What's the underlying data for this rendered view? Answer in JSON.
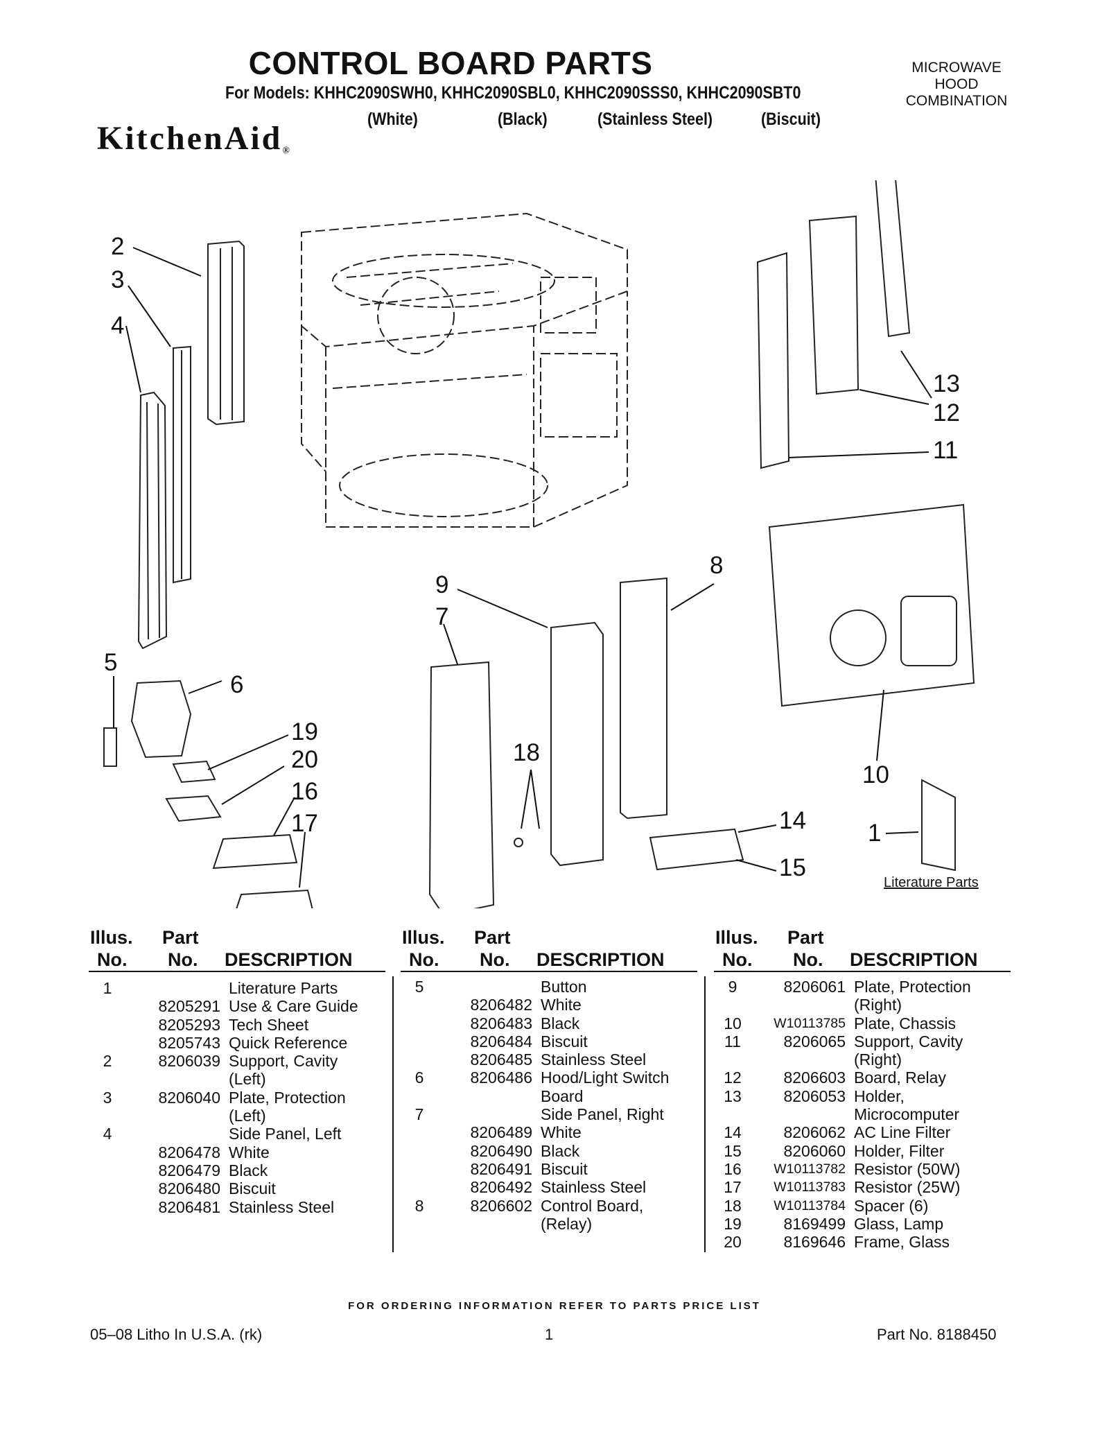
{
  "header": {
    "title": "CONTROL BOARD PARTS",
    "models": "For Models: KHHC2090SWH0, KHHC2090SBL0, KHHC2090SSS0, KHHC2090SBT0",
    "colors": [
      "(White)",
      "(Black)",
      "(Stainless Steel)",
      "(Biscuit)"
    ],
    "category": [
      "MICROWAVE",
      "HOOD",
      "COMBINATION"
    ],
    "brand": "KitchenAid",
    "brand_mark": "®"
  },
  "diagram": {
    "callouts": [
      "2",
      "3",
      "4",
      "5",
      "6",
      "19",
      "20",
      "16",
      "17",
      "9",
      "7",
      "18",
      "8",
      "13",
      "12",
      "11",
      "10",
      "14",
      "15",
      "1"
    ],
    "literature_caption": "Literature Parts"
  },
  "table": {
    "headers": {
      "illus_line1": "Illus.",
      "illus_line2": "No.",
      "part_line1": "Part",
      "part_line2": "No.",
      "description": "DESCRIPTION"
    },
    "columns": [
      [
        {
          "no": "1",
          "part": "",
          "desc": "Literature Parts"
        },
        {
          "no": "",
          "part": "8205291",
          "desc": "Use & Care Guide"
        },
        {
          "no": "",
          "part": "8205293",
          "desc": "Tech Sheet"
        },
        {
          "no": "",
          "part": "8205743",
          "desc": "Quick Reference"
        },
        {
          "no": "2",
          "part": "8206039",
          "desc": "Support, Cavity"
        },
        {
          "no": "",
          "part": "",
          "desc": "(Left)"
        },
        {
          "no": "3",
          "part": "8206040",
          "desc": "Plate, Protection"
        },
        {
          "no": "",
          "part": "",
          "desc": "(Left)"
        },
        {
          "no": "4",
          "part": "",
          "desc": "Side Panel, Left"
        },
        {
          "no": "",
          "part": "8206478",
          "desc": "White"
        },
        {
          "no": "",
          "part": "8206479",
          "desc": "Black"
        },
        {
          "no": "",
          "part": "8206480",
          "desc": "Biscuit"
        },
        {
          "no": "",
          "part": "8206481",
          "desc": "Stainless Steel"
        }
      ],
      [
        {
          "no": "5",
          "part": "",
          "desc": "Button"
        },
        {
          "no": "",
          "part": "8206482",
          "desc": "White"
        },
        {
          "no": "",
          "part": "8206483",
          "desc": "Black"
        },
        {
          "no": "",
          "part": "8206484",
          "desc": "Biscuit"
        },
        {
          "no": "",
          "part": "8206485",
          "desc": "Stainless Steel"
        },
        {
          "no": "6",
          "part": "8206486",
          "desc": "Hood/Light Switch"
        },
        {
          "no": "",
          "part": "",
          "desc": "Board"
        },
        {
          "no": "7",
          "part": "",
          "desc": "Side Panel, Right"
        },
        {
          "no": "",
          "part": "8206489",
          "desc": "White"
        },
        {
          "no": "",
          "part": "8206490",
          "desc": "Black"
        },
        {
          "no": "",
          "part": "8206491",
          "desc": "Biscuit"
        },
        {
          "no": "",
          "part": "8206492",
          "desc": "Stainless Steel"
        },
        {
          "no": "8",
          "part": "8206602",
          "desc": "Control Board,"
        },
        {
          "no": "",
          "part": "",
          "desc": "(Relay)"
        }
      ],
      [
        {
          "no": "9",
          "part": "8206061",
          "desc": "Plate, Protection"
        },
        {
          "no": "",
          "part": "",
          "desc": "(Right)"
        },
        {
          "no": "10",
          "part": "W10113785",
          "desc": "Plate, Chassis"
        },
        {
          "no": "11",
          "part": "8206065",
          "desc": "Support, Cavity"
        },
        {
          "no": "",
          "part": "",
          "desc": "(Right)"
        },
        {
          "no": "12",
          "part": "8206603",
          "desc": "Board, Relay"
        },
        {
          "no": "13",
          "part": "8206053",
          "desc": "Holder,"
        },
        {
          "no": "",
          "part": "",
          "desc": "Microcomputer"
        },
        {
          "no": "14",
          "part": "8206062",
          "desc": "AC Line Filter"
        },
        {
          "no": "15",
          "part": "8206060",
          "desc": "Holder, Filter"
        },
        {
          "no": "16",
          "part": "W10113782",
          "desc": "Resistor (50W)"
        },
        {
          "no": "17",
          "part": "W10113783",
          "desc": "Resistor (25W)"
        },
        {
          "no": "18",
          "part": "W10113784",
          "desc": "Spacer (6)"
        },
        {
          "no": "19",
          "part": "8169499",
          "desc": "Glass, Lamp"
        },
        {
          "no": "20",
          "part": "8169646",
          "desc": "Frame, Glass"
        }
      ]
    ]
  },
  "footer": {
    "ordering": "FOR ORDERING INFORMATION REFER TO PARTS PRICE LIST",
    "litho": "05–08 Litho In U.S.A. (rk)",
    "page": "1",
    "part_no": "Part No. 8188450"
  }
}
